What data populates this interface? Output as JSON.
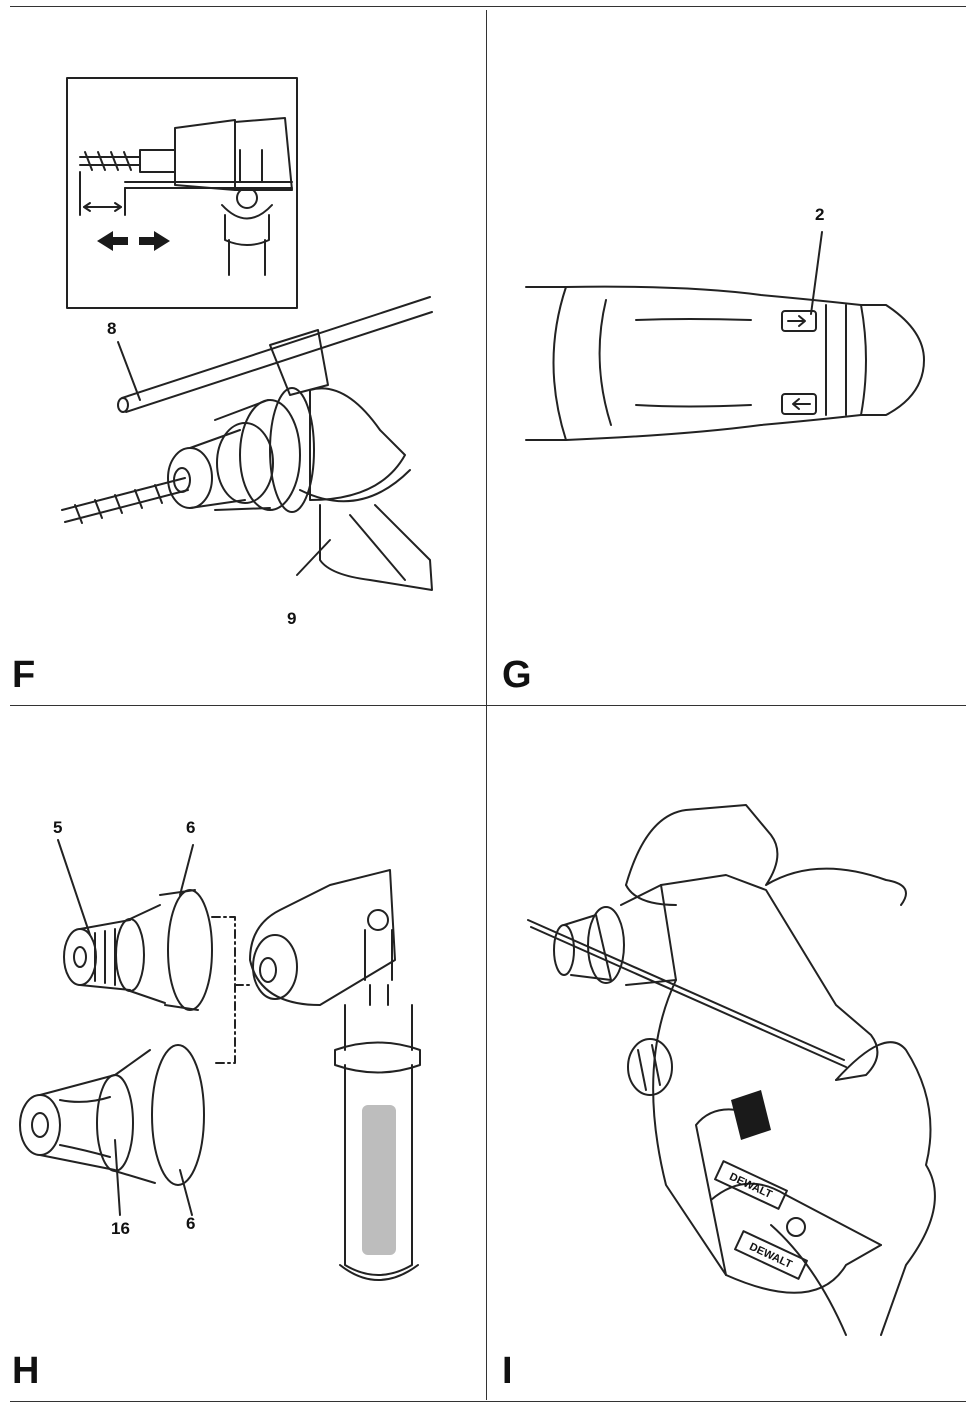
{
  "panels": [
    {
      "id": "F",
      "letter": "F",
      "callouts": [
        "8",
        "9"
      ]
    },
    {
      "id": "G",
      "letter": "G",
      "callouts": [
        "2"
      ]
    },
    {
      "id": "H",
      "letter": "H",
      "callouts": [
        "5",
        "6",
        "16",
        "6"
      ]
    },
    {
      "id": "I",
      "letter": "I",
      "callouts": []
    }
  ],
  "brand_text": "DEWALT",
  "colors": {
    "line": "#222222",
    "rule": "#333333",
    "shade": "#d9d9d9",
    "dark": "#1a1a1a"
  }
}
